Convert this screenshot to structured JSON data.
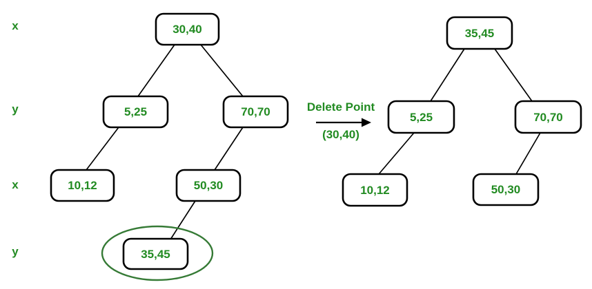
{
  "level_labels": [
    {
      "label": "x"
    },
    {
      "label": "y"
    },
    {
      "label": "x"
    },
    {
      "label": "y"
    }
  ],
  "left_tree": {
    "nodes": [
      {
        "label": "30,40",
        "level": "x"
      },
      {
        "label": "5,25",
        "level": "y"
      },
      {
        "label": "70,70",
        "level": "y"
      },
      {
        "label": "10,12",
        "level": "x"
      },
      {
        "label": "50,30",
        "level": "x"
      },
      {
        "label": "35,45",
        "level": "y",
        "highlighted": true
      }
    ]
  },
  "transition": {
    "action": "Delete Point",
    "point": "(30,40)"
  },
  "right_tree": {
    "nodes": [
      {
        "label": "35,45",
        "level": "x"
      },
      {
        "label": "5,25",
        "level": "y"
      },
      {
        "label": "70,70",
        "level": "y"
      },
      {
        "label": "10,12",
        "level": "x"
      },
      {
        "label": "50,30",
        "level": "x"
      }
    ]
  },
  "colors": {
    "node_text_green": "#228B22",
    "highlight_ellipse_green": "#357a35",
    "line_black": "#000000",
    "background": "#ffffff"
  }
}
